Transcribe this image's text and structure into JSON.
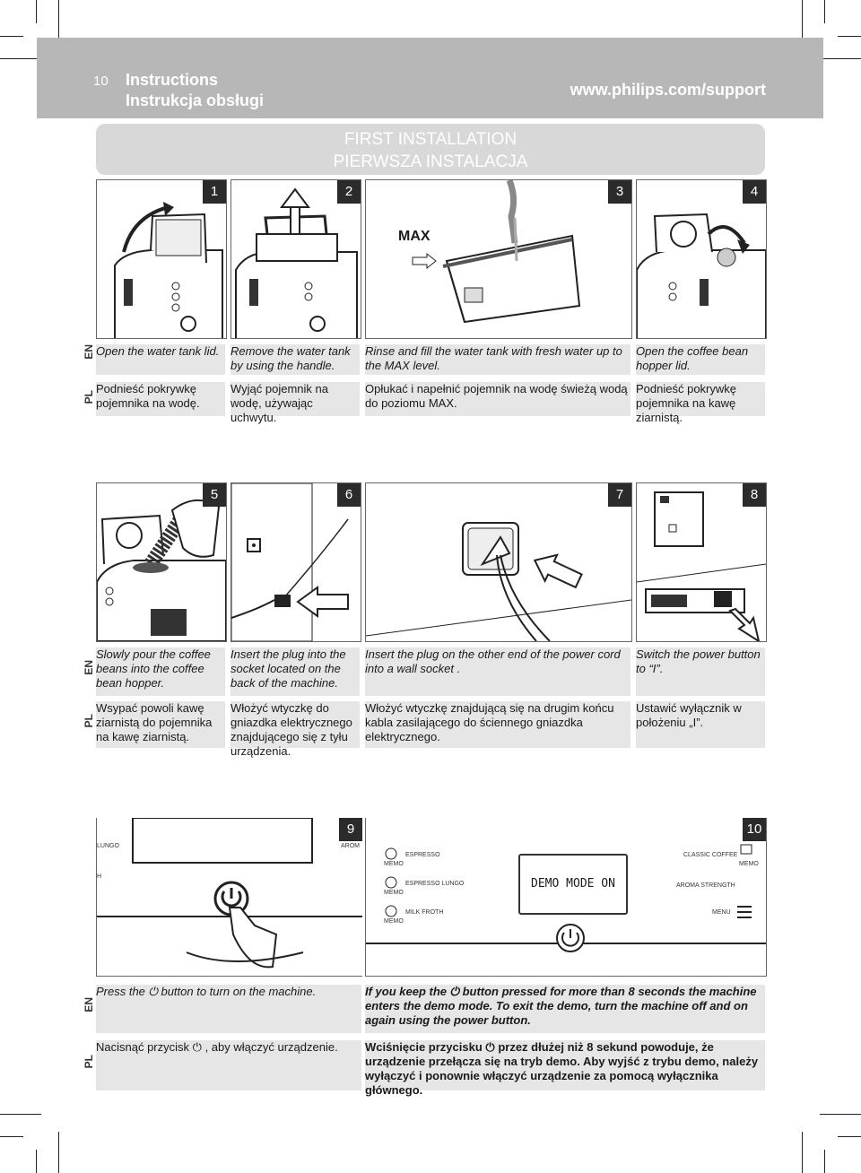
{
  "header": {
    "page_number": "10",
    "title_en": "Instructions",
    "title_pl": "Instrukcja obsługi",
    "url": "www.philips.com/support"
  },
  "banner": {
    "line1": "FIRST INSTALLATION",
    "line2": "PIERWSZA INSTALACJA"
  },
  "lang_en": "EN",
  "lang_pl": "PL",
  "steps": [
    {
      "num": "1",
      "en": "Open the water tank lid.",
      "pl": "Podnieść pokrywkę pojemnika na wodę."
    },
    {
      "num": "2",
      "en": "Remove the water tank by using the handle.",
      "pl": "Wyjąć pojemnik na wodę, używając uchwytu."
    },
    {
      "num": "3",
      "en": "Rinse and fill the water tank with fresh water up to the MAX level.",
      "pl": "Opłukać i napełnić pojemnik na wodę świeżą wodą do poziomu MAX."
    },
    {
      "num": "4",
      "en": "Open the coffee bean hopper lid.",
      "pl": "Podnieść pokrywkę pojemnika na kawę ziarnistą."
    },
    {
      "num": "5",
      "en": "Slowly pour the coffee beans into the coffee bean hopper.",
      "pl": "Wsypać powoli kawę ziarnistą do pojemnika na kawę ziarnistą."
    },
    {
      "num": "6",
      "en": "Insert the plug into the socket located on the back of the machine.",
      "pl": "Włożyć wtyczkę do gniazdka elektrycznego znajdującego się z tyłu urządzenia."
    },
    {
      "num": "7",
      "en": "Insert the plug on the other end of the power cord into a wall socket .",
      "pl": "Włożyć wtyczkę znajdującą się na drugim końcu kabla zasilającego do ściennego gniazdka elektrycznego."
    },
    {
      "num": "8",
      "en": "Switch the power button to “I”.",
      "pl": "Ustawić wyłącznik w położeniu „I”."
    },
    {
      "num": "9",
      "en_a": "Press the",
      "en_b": "button to turn on the machine.",
      "pl_a": "Nacisnąć przycisk",
      "pl_b": ", aby włączyć urządzenie."
    },
    {
      "num": "10",
      "en_a": "If you keep the",
      "en_b": "button pressed for more than 8 seconds the machine enters the demo mode. To exit the demo, turn the machine off and on again using the power button.",
      "pl_a": "Wciśnięcie przycisku",
      "pl_b": "przez dłużej niż 8 sekund powoduje, że urządzenie przełącza się na tryb demo. Aby wyjść z trybu demo, należy wyłączyć i ponownie włączyć urządzenie za pomocą wyłącznika głównego."
    }
  ],
  "illustration": {
    "max_label": "MAX",
    "panel_lungo": "LUNGO",
    "panel_h": "H",
    "panel_arom": "AROM",
    "espresso": "ESPRESSO",
    "espresso_lungo": "ESPRESSO LUNGO",
    "milk_froth": "MILK FROTH",
    "classic_coffee": "CLASSIC COFFEE",
    "aroma_strength": "AROMA STRENGTH",
    "menu": "MENU",
    "memo": "MEMO",
    "lcd_text": "DEMO MODE ON"
  }
}
